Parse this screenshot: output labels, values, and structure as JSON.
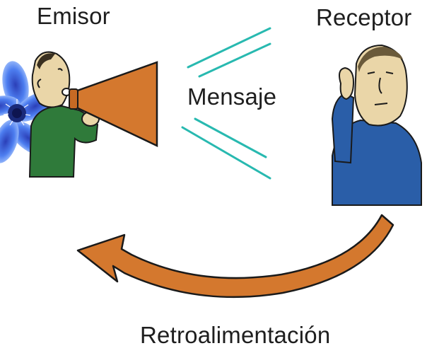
{
  "diagram": {
    "sender_label": "Emisor",
    "receiver_label": "Receptor",
    "message_label": "Mensaje",
    "feedback_label": "Retroalimentación"
  },
  "colors": {
    "megaphone": "#d4782e",
    "feedback_arrow": "#d4782e",
    "signal_lines": "#28b9b0",
    "sender_shirt": "#2f7a3a",
    "receiver_shirt": "#2a5ea8",
    "skin": "#ead6a8",
    "flower": "#3f6fe0",
    "outline": "#1a1a1a"
  },
  "icons": [
    "flower-icon",
    "sender-person-icon",
    "megaphone-icon",
    "receiver-person-icon",
    "feedback-arrow-icon"
  ]
}
